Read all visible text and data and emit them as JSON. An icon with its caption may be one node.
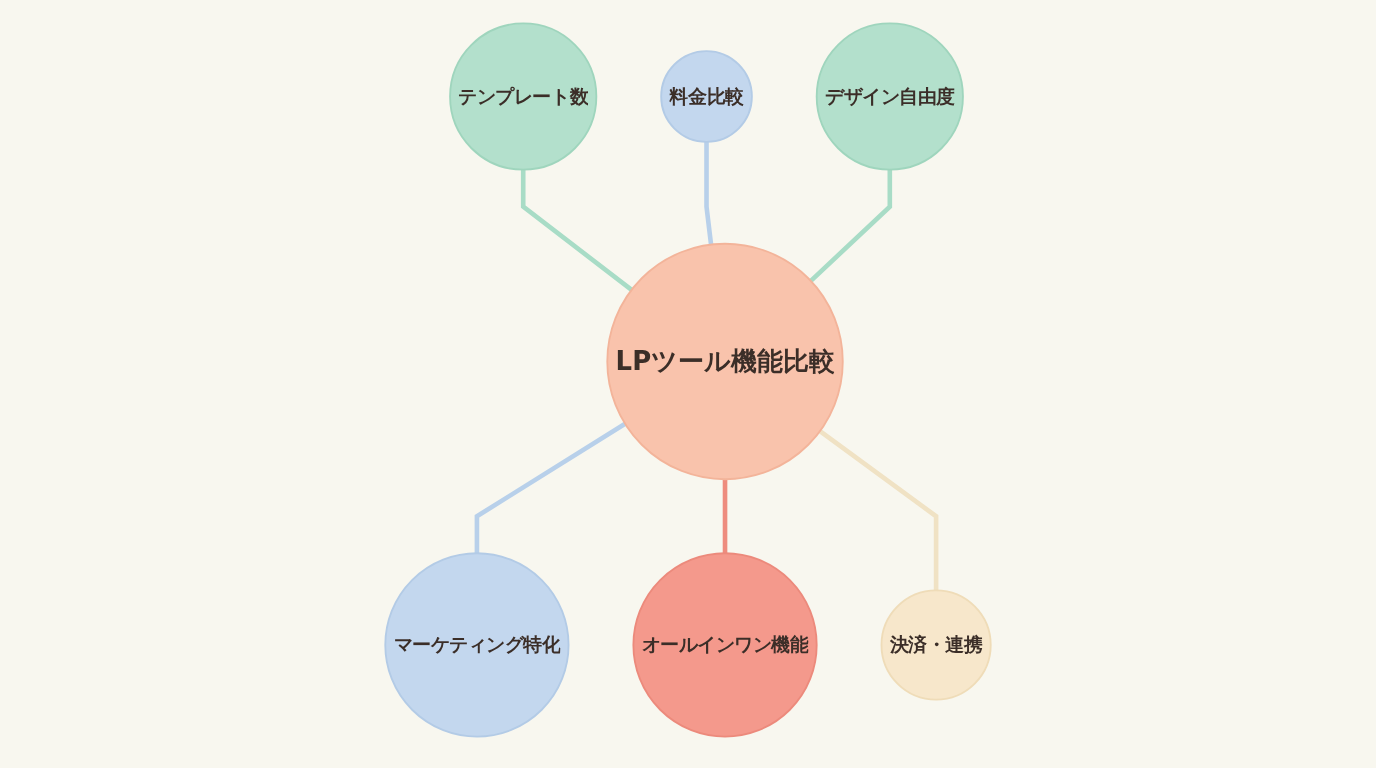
{
  "diagram": {
    "nodes": [
      {
        "text": [
          "料金比較"
        ]
      },
      {
        "text": [
          "テンプレート数"
        ]
      },
      {
        "text": [
          "デザイン自由度"
        ]
      },
      {
        "text": [
          "LPツール機能比較"
        ]
      },
      {
        "text": [
          "マーケティング特化"
        ]
      },
      {
        "text": [
          "決済・連携"
        ]
      },
      {
        "text": [
          "オールインワン機能"
        ]
      }
    ],
    "edges": [
      {
        "from": 1,
        "to": 3,
        "arrow": "none",
        "color": "#a8dcc6"
      },
      {
        "from": 0,
        "to": 3,
        "arrow": "none",
        "color": "#b8d0ea"
      },
      {
        "from": 2,
        "to": 3,
        "arrow": "none",
        "color": "#a8dcc6"
      },
      {
        "from": 3,
        "to": 4,
        "arrow": "none",
        "color": "#b8d0ea"
      },
      {
        "from": 3,
        "to": 6,
        "arrow": "none",
        "color": "#ee8c7e"
      },
      {
        "from": 3,
        "to": 5,
        "arrow": "none",
        "color": "#f0e2c4"
      }
    ]
  }
}
